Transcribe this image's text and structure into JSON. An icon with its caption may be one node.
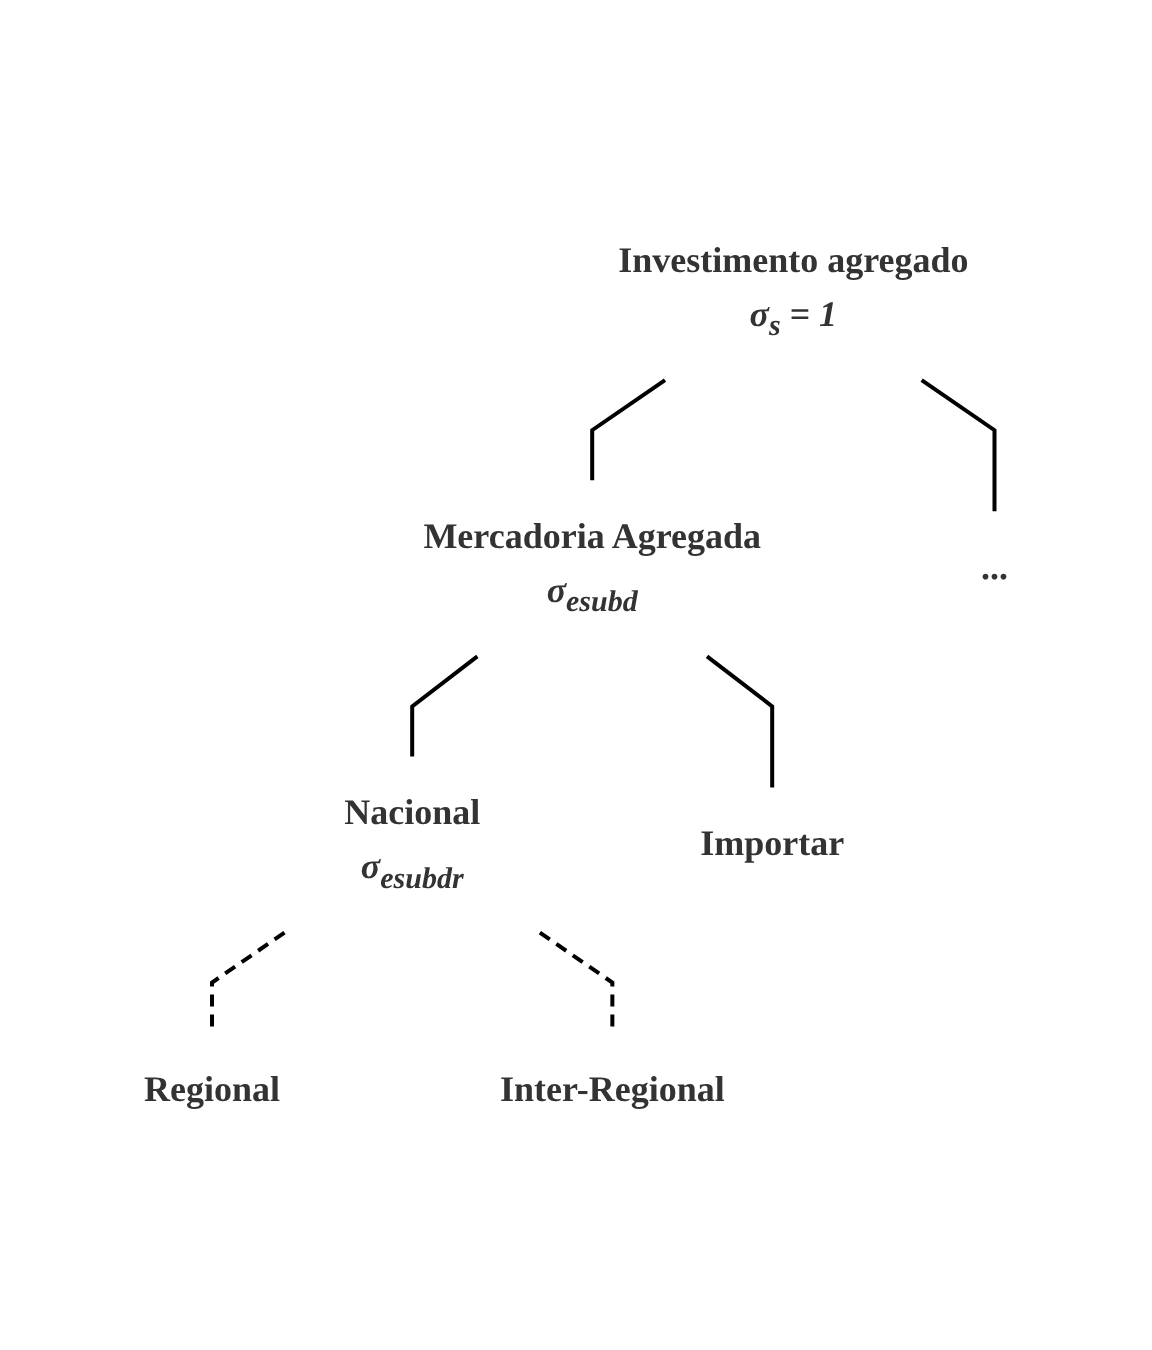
{
  "diagram": {
    "nodes": [
      {
        "text": [
          "Investimento agregado"
        ],
        "beside": [
          "σ$_{s}$ = 1"
        ]
      },
      {
        "text": [
          "Mercadoria Agregada"
        ],
        "beside": [
          "σ$_{esubd}$"
        ]
      },
      {
        "text": [
          "..."
        ]
      },
      {
        "text": [
          "Nacional"
        ],
        "beside": [
          "σ$_{esubdr}$"
        ]
      },
      {
        "text": [
          "Importar"
        ]
      },
      {
        "text": [
          "Regional"
        ]
      },
      {
        "text": [
          "Inter-Regional"
        ]
      }
    ],
    "edges": [
      {
        "from": 0,
        "to": 1,
        "arrow": "none"
      },
      {
        "from": 0,
        "to": 2,
        "arrow": "none"
      },
      {
        "from": 1,
        "to": 3,
        "arrow": "none"
      },
      {
        "from": 1,
        "to": 4,
        "arrow": "none"
      },
      {
        "from": 3,
        "to": 5,
        "arrow": "none",
        "style": "dashed"
      },
      {
        "from": 3,
        "to": 6,
        "arrow": "none",
        "style": "dashed"
      }
    ]
  }
}
